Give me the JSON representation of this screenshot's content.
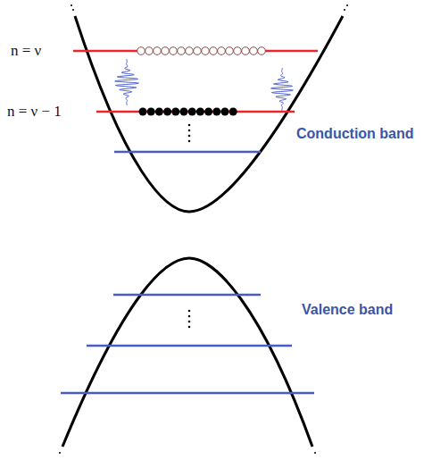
{
  "diagram": {
    "labels": [
      "n = ν",
      "n = ν − 1",
      "Conduction band",
      "Valence band"
    ]
  }
}
